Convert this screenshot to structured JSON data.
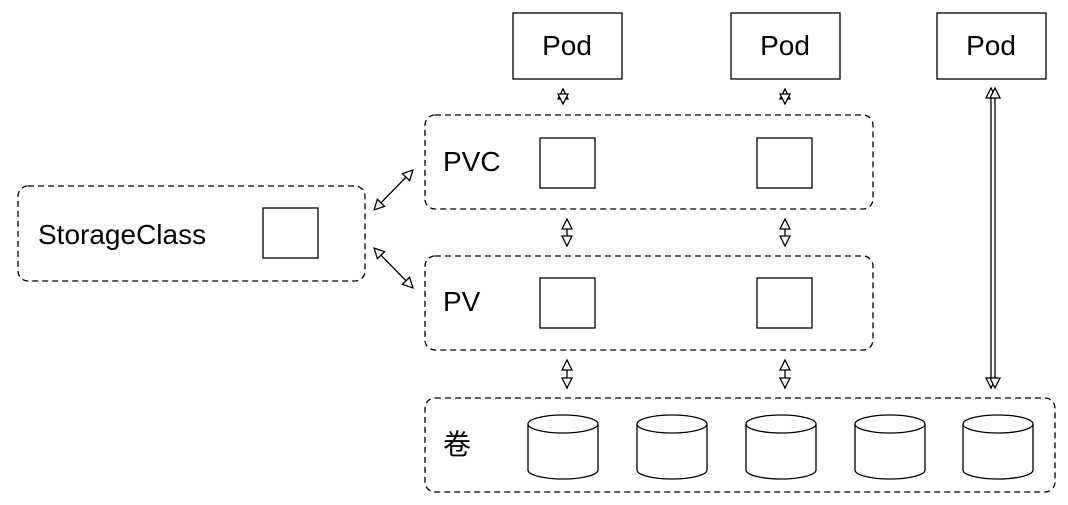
{
  "pods": [
    "Pod",
    "Pod",
    "Pod"
  ],
  "groups": {
    "storageclass": "StorageClass",
    "pvc": "PVC",
    "pv": "PV",
    "volume": "卷"
  },
  "colors": {
    "stroke": "#000000",
    "fill": "#ffffff",
    "background": "#ffffff"
  }
}
